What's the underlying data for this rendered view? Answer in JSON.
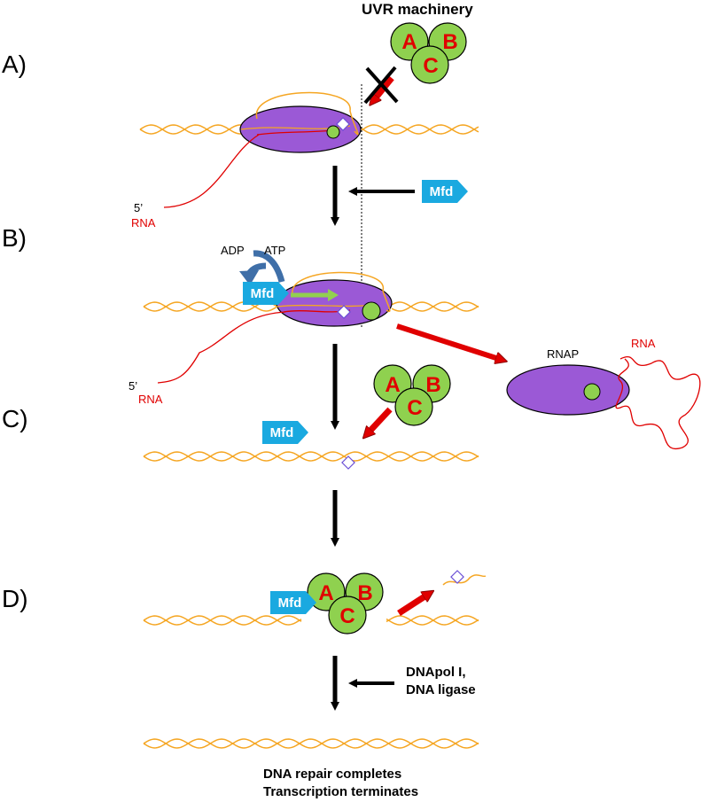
{
  "title": "UVR machinery",
  "panels": {
    "a": "A)",
    "b": "B)",
    "c": "C)",
    "d": "D)"
  },
  "uvr": {
    "a": "A",
    "b": "B",
    "c": "C"
  },
  "mfd_label": "Mfd",
  "adp_label": "ADP",
  "atp_label": "ATP",
  "five_prime": "5’",
  "rna_label": "RNA",
  "rnap_label": "RNAP",
  "enzymes": {
    "line1": "DNApol I,",
    "line2": "DNA ligase"
  },
  "result": {
    "line1": "DNA repair completes",
    "line2": "Transcription terminates"
  },
  "colors": {
    "dna": "#f5a623",
    "rnap": "#9b59d6",
    "uvr_green": "#8fd14f",
    "mfd": "#1aa9e0",
    "rna": "#e00000",
    "arrow_red": "#e00000",
    "atp_arrow": "#3f6fa8"
  }
}
